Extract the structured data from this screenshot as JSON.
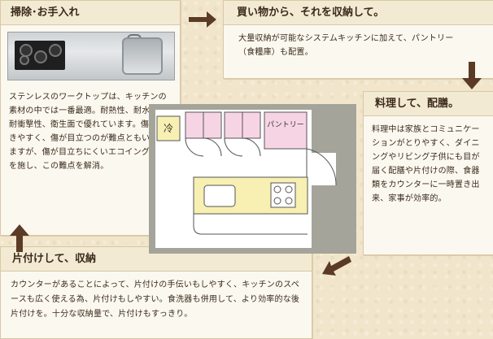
{
  "cards": {
    "cleaning": {
      "title": "掃除･お手入れ",
      "body": "ステンレスのワークトップは、キッチンの素材の中では一番最適。耐熱性、耐水性、耐衝撃性、衛生面で優れています。傷が付きやすく、傷が目立つのが難点ともいわれますが、傷が目立ちにくいエコイング加工を施し、この難点を解消。"
    },
    "shopping": {
      "title": "買い物から、それを収納して。",
      "body": "大量収納が可能なシステムキッチンに加えて、パントリー（食糧庫）も配置。"
    },
    "cooking": {
      "title": "料理して、配膳。",
      "body": "料理中は家族とコミュニケーションがとりやすく、ダイニングやリビング子供にも目が届く配膳や片付けの際、食器類をカウンターに一時置き出来、家事が効率的。"
    },
    "cleanup": {
      "title": "片付けして、収納",
      "body": "カウンターがあることによって、片付けの手伝いもしやすく、キッチンのスペースも広く使える為、片付けもしやすい。食洗器も併用して、より効率的な後片付けを。十分な収納量で、片付けもすっきり。"
    }
  },
  "floor_plan": {
    "fridge_label": "冷",
    "pantry_label": "パントリー"
  },
  "colors": {
    "arrow": "#5b3a26",
    "counter": "#f7f0b2",
    "cabinet": "#f7d4e4",
    "wall": "#a4a49a"
  },
  "icons": [
    "arrow-right-icon",
    "arrow-down-icon",
    "arrow-down-left-icon",
    "arrow-up-icon"
  ]
}
